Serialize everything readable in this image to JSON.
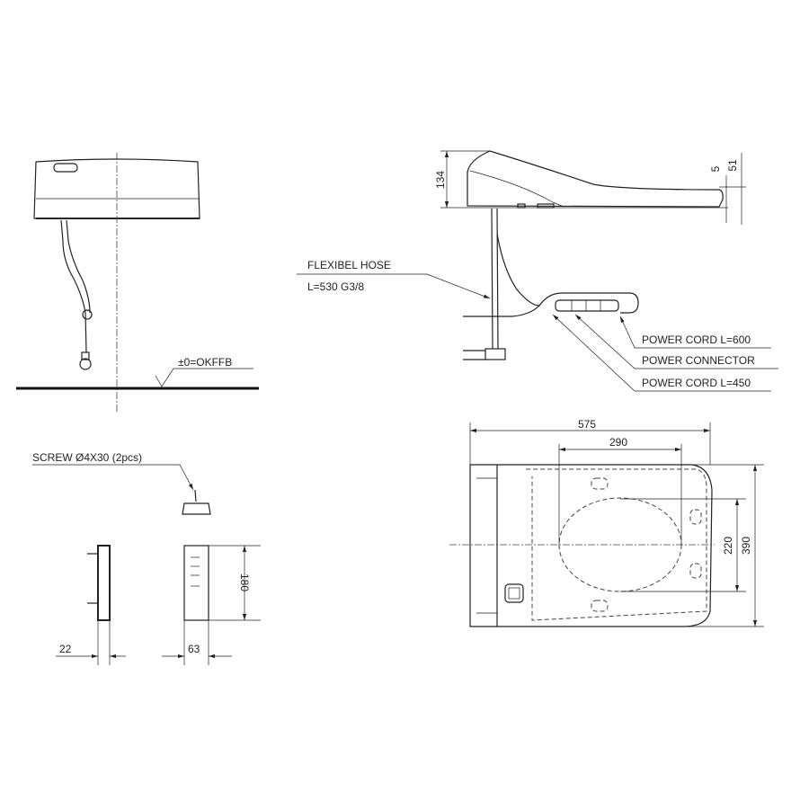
{
  "front_elevation": {
    "floor_label": "±0=OKFFB"
  },
  "side_elevation": {
    "dimensions": {
      "height": "134",
      "rim_gap": "5",
      "rim_height": "51"
    },
    "labels": {
      "hose_title": "FLEXIBEL HOSE",
      "hose_spec": "L=530  G3/8",
      "power_cord_600": "POWER CORD L=600",
      "power_connector": "POWER CONNECTOR",
      "power_cord_450": "POWER CORD L=450"
    }
  },
  "remote_holder": {
    "screw_label": "SCREW Ø4X30 (2pcs)",
    "dimensions": {
      "depth": "22",
      "width": "63",
      "height": "180"
    }
  },
  "plan_view": {
    "dimensions": {
      "length": "575",
      "seat_length": "290",
      "width": "390",
      "seat_width": "220"
    }
  }
}
